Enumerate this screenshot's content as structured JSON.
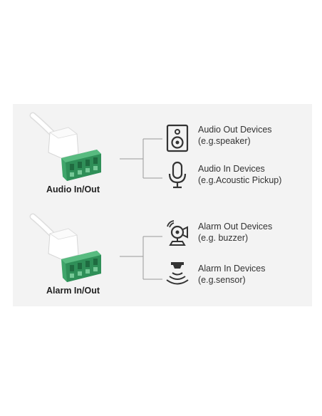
{
  "groups": [
    {
      "connector_label": "Audio In/Out",
      "devices": [
        {
          "icon": "speaker-icon",
          "name": "Audio Out Devices",
          "example": "(e.g.speaker)"
        },
        {
          "icon": "microphone-icon",
          "name": "Audio In Devices",
          "example": "(e.g.Acoustic Pickup)"
        }
      ]
    },
    {
      "connector_label": "Alarm In/Out",
      "devices": [
        {
          "icon": "alarm-bell-icon",
          "name": "Alarm Out Devices",
          "example": "(e.g. buzzer)"
        },
        {
          "icon": "sensor-icon",
          "name": "Alarm In Devices",
          "example": "(e.g.sensor)"
        }
      ]
    }
  ],
  "colors": {
    "panel_bg": "#f3f3f3",
    "terminal_green": "#3fa56a",
    "line_gray": "#9a9a9a",
    "icon_dark": "#333333"
  }
}
